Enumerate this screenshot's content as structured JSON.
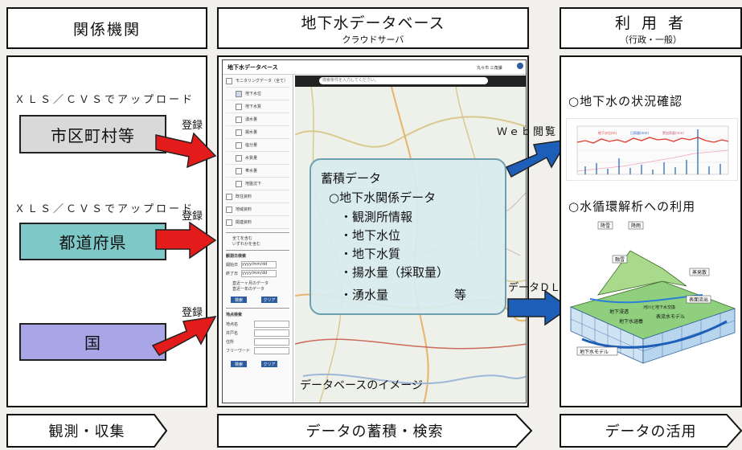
{
  "headers": {
    "left": "関係機関",
    "middle_title": "地下水データベース",
    "middle_sub": "クラウドサーバ",
    "right_title": "利 用 者",
    "right_sub": "（行政・一般）"
  },
  "upload_note": "ＸＬＳ／ＣＶＳでアップロード",
  "register_label": "登録",
  "sources": [
    "市区町村等",
    "都道府県",
    "国"
  ],
  "colors": {
    "municipal": "#d9d9d9",
    "prefecture": "#7ec8c8",
    "national": "#a9a6e8",
    "arrow_red": "#e31b1b",
    "arrow_blue": "#1d5fb8"
  },
  "app": {
    "title": "地下水データベース",
    "user": "丸々市 三角課",
    "search_placeholder": "検索条件を入力してください。",
    "side_items": [
      "モニタリングデータ（全て）",
      "地下水位",
      "地下水質",
      "湧水量",
      "揚水量",
      "塩分量",
      "水質量",
      "帯水量",
      "地盤沈下",
      "既往資料",
      "地域資料",
      "関連資料"
    ],
    "radio_all": "全てを含む",
    "radio_any": "いずれかを含む",
    "date_heading": "観測日検索",
    "date_start": "開始日",
    "date_end": "終了日",
    "date_placeholder": "yyyy/mm/dd",
    "period_1": "直近一ヶ月のデータ",
    "period_2": "直近一年のデータ",
    "search_btn": "検索",
    "clear_btn": "クリア",
    "place_heading": "地点検索",
    "place_fields": [
      "地点名",
      "井戸名",
      "住所",
      "フリーワード"
    ],
    "map_caption": "データベースのイメージ"
  },
  "accumulation": {
    "title": "蓄積データ",
    "sub": "○地下水関係データ",
    "items": [
      "・観測所情報",
      "・地下水位",
      "・地下水質",
      "・揚水量（採取量）",
      "・湧水量"
    ],
    "etc": "等"
  },
  "flows": {
    "web": "Ｗｅｂ閲覧",
    "download": "データＤＬ"
  },
  "uses": {
    "status_check": "○地下水の状況確認",
    "cycle_analysis": "○水循環解析への利用"
  },
  "chart_legend": [
    "地下水位(m)",
    "日雨量(mm)",
    "累加雨量(mm)"
  ],
  "model_labels": [
    "降雪",
    "降雨",
    "融雪",
    "蒸発散",
    "表面流出",
    "河川と地下水交換",
    "表流水モデル",
    "地下浸透",
    "地下水涵養",
    "地下水モデル"
  ],
  "footer": [
    "観測・収集",
    "データの蓄積・検索",
    "データの活用"
  ]
}
